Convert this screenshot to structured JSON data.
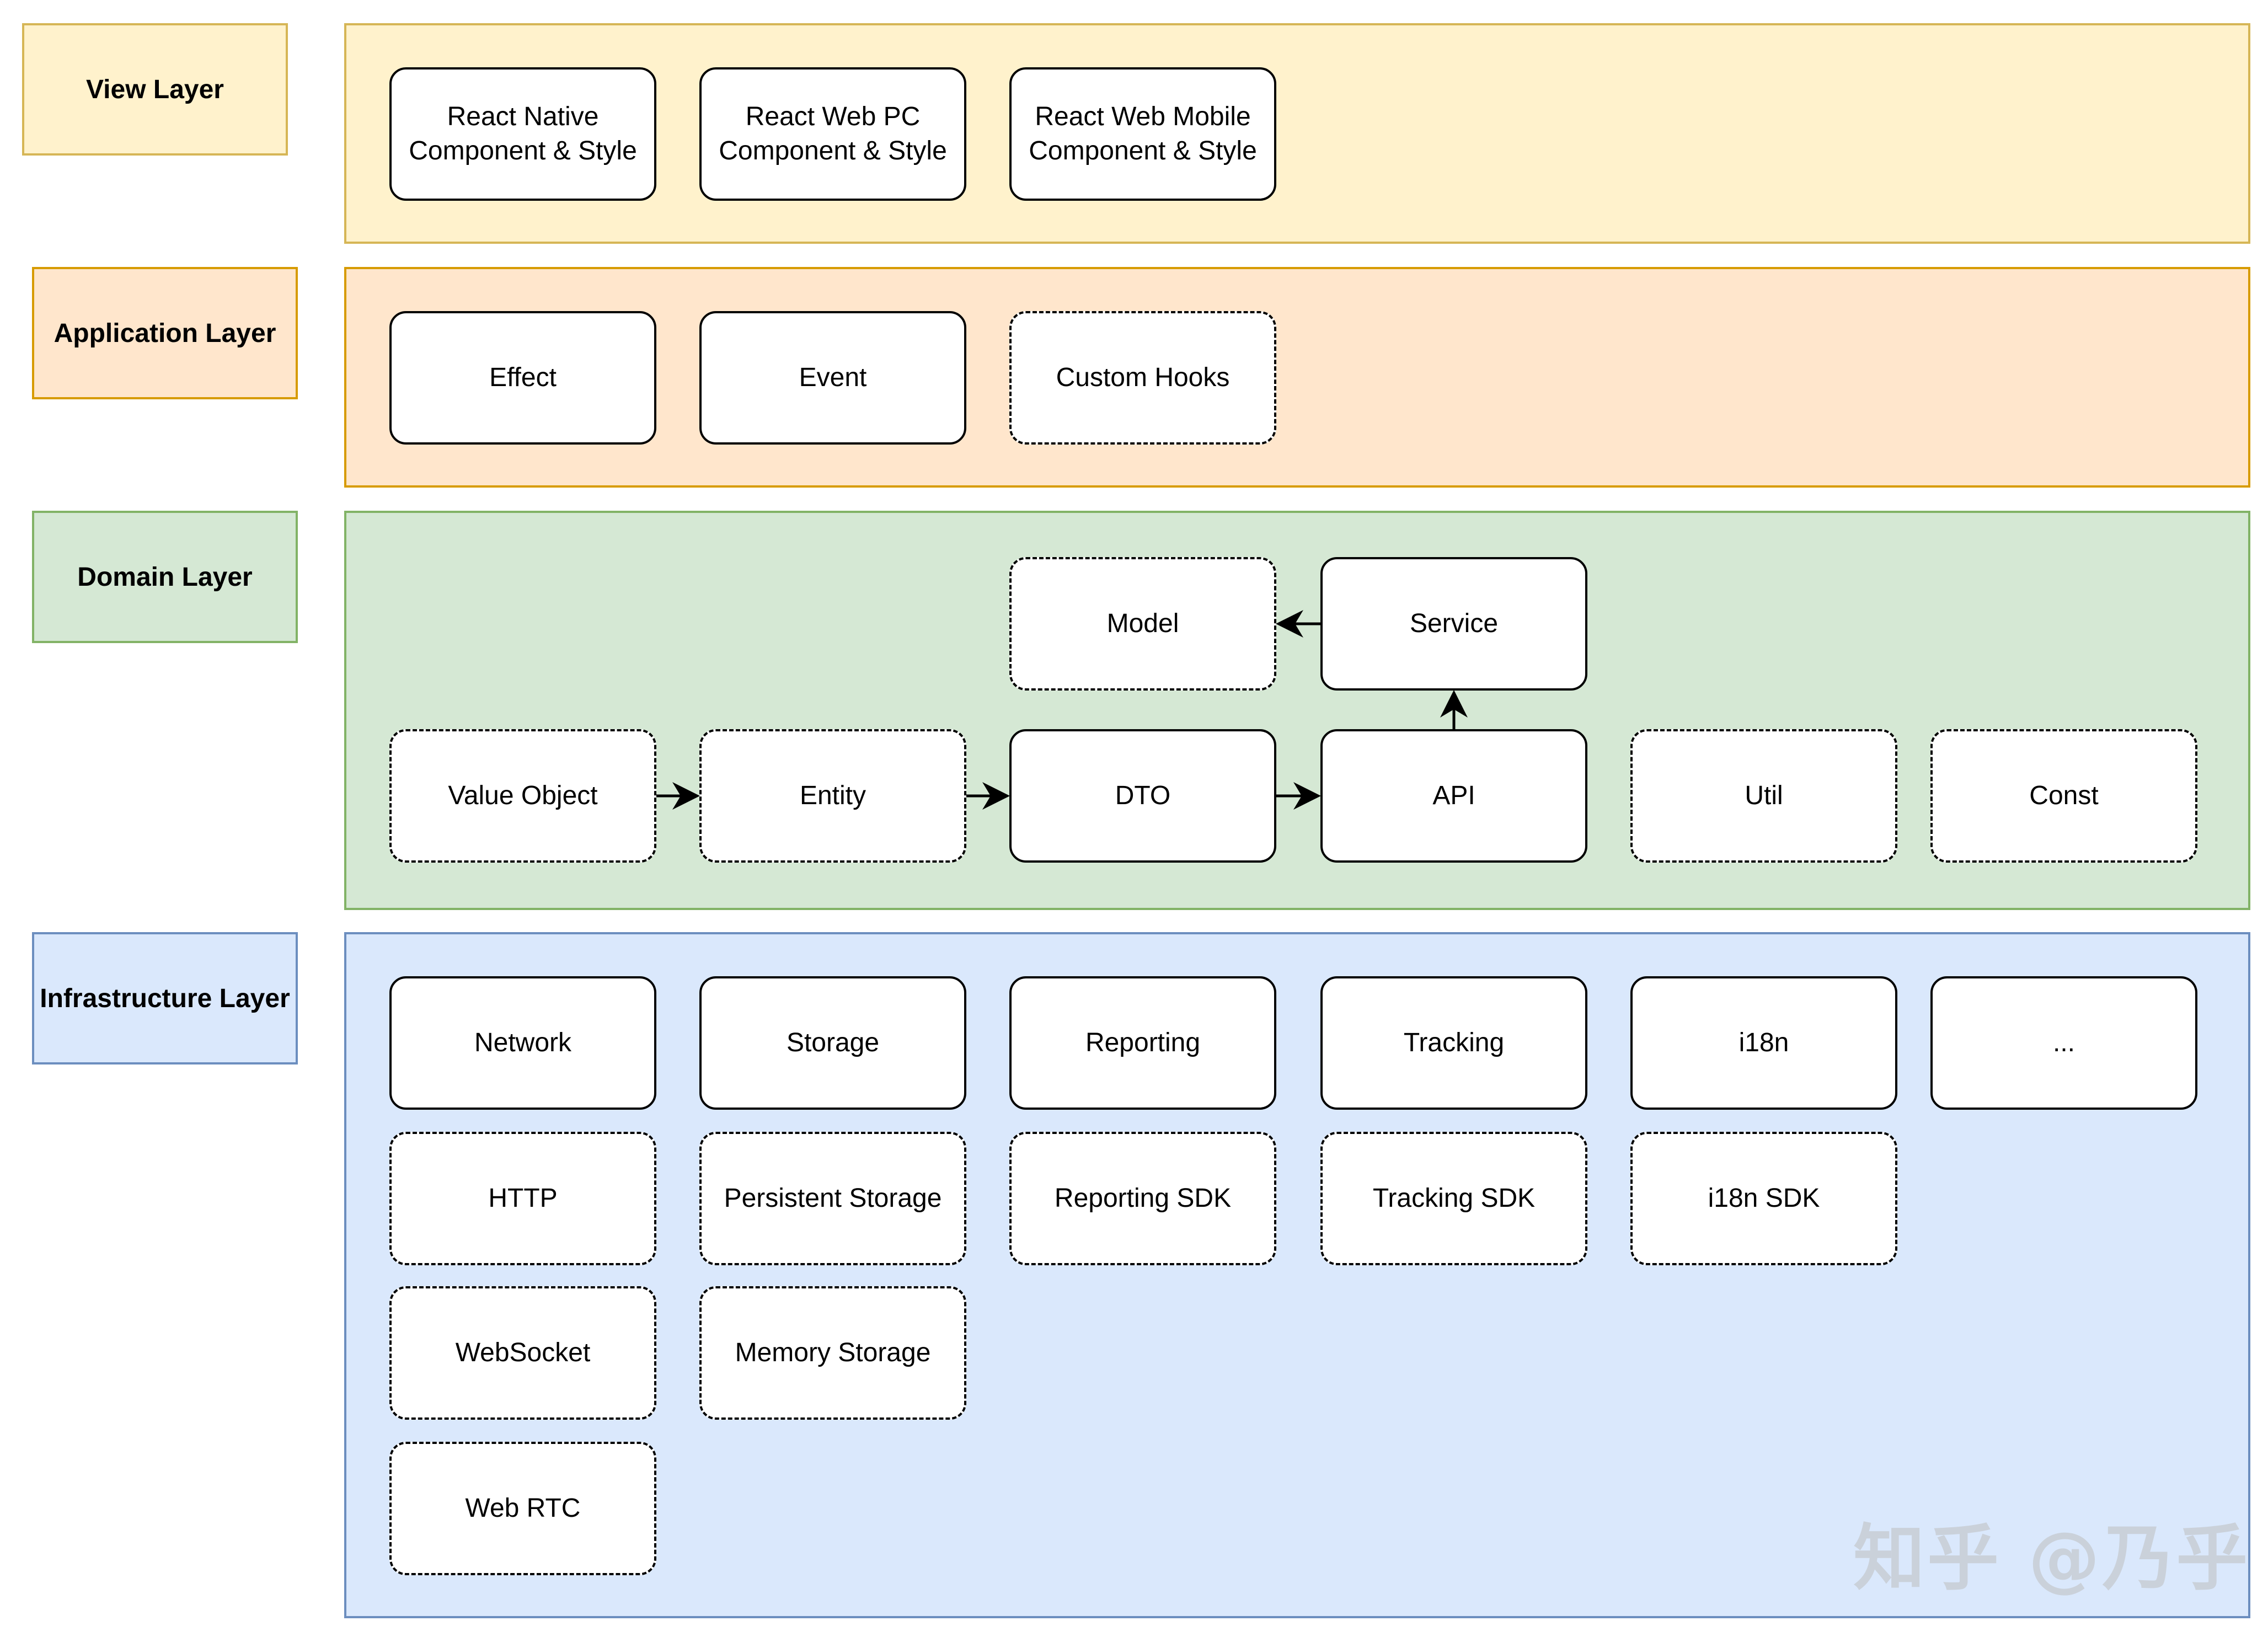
{
  "layers": {
    "view": {
      "label": "View Layer",
      "nodes": [
        {
          "line1": "React Native",
          "line2": "Component & Style"
        },
        {
          "line1": "React Web PC",
          "line2": "Component & Style"
        },
        {
          "line1": "React Web Mobile",
          "line2": "Component & Style"
        }
      ]
    },
    "application": {
      "label": "Application Layer",
      "nodes": [
        "Effect",
        "Event",
        "Custom Hooks"
      ]
    },
    "domain": {
      "label": "Domain Layer",
      "nodes": {
        "model": "Model",
        "service": "Service",
        "value_object": "Value Object",
        "entity": "Entity",
        "dto": "DTO",
        "api": "API",
        "util": "Util",
        "const": "Const"
      }
    },
    "infrastructure": {
      "label": "Infrastructure Layer",
      "nodes": {
        "network": "Network",
        "storage": "Storage",
        "reporting": "Reporting",
        "tracking": "Tracking",
        "i18n": "i18n",
        "more": "...",
        "http": "HTTP",
        "persistent_storage": "Persistent Storage",
        "reporting_sdk": "Reporting SDK",
        "tracking_sdk": "Tracking SDK",
        "i18n_sdk": "i18n SDK",
        "websocket": "WebSocket",
        "memory_storage": "Memory Storage",
        "web_rtc": "Web RTC"
      }
    }
  },
  "colors": {
    "view_fill": "#fff2cc",
    "view_border": "#d6b656",
    "application_fill": "#ffe6cc",
    "application_border": "#d79b00",
    "domain_fill": "#d5e8d4",
    "domain_border": "#82b366",
    "infrastructure_fill": "#dae8fc",
    "infrastructure_border": "#6c8ebf"
  },
  "watermark": "知乎 @乃乎"
}
